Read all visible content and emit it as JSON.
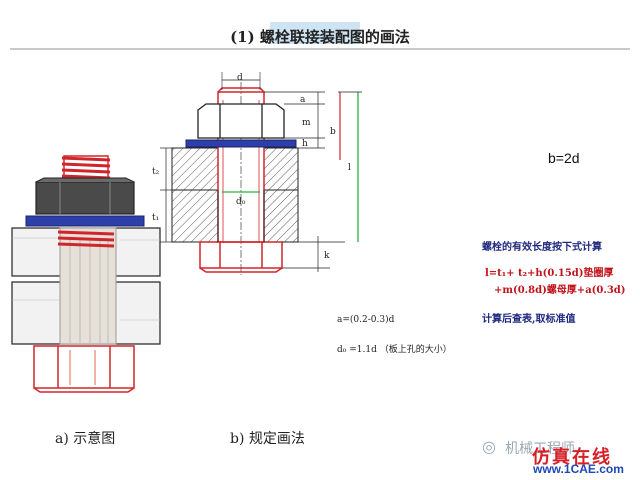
{
  "title": "(1)  螺栓联接装配图的画法",
  "dimensions": {
    "d": "d",
    "a": "a",
    "m": "m",
    "h": "h",
    "b": "b",
    "l": "l",
    "t2": "t₂",
    "t1": "t₁",
    "d0": "d₀",
    "k": "k"
  },
  "b_eq": "b=2d",
  "calc_title": "螺栓的有效长度按下式计算",
  "formula_line1": "l=t₁+ t₂+h(0.15d)垫圈厚",
  "formula_line2": "+m(0.8d)螺母厚+a(0.3d)",
  "calc_note": "计算后查表,取标准值",
  "note_a": "a=(0.2-0.3)d",
  "note_d0": "d₀ =1.1d （板上孔的大小）",
  "caption_a": "a)  示意图",
  "caption_b": "b)  规定画法",
  "watermark_faint": "机械工程师",
  "watermark_main": "仿真在线",
  "watermark_url": "www.1CAE.com",
  "colors": {
    "bolt_red": "#d0262b",
    "washer_blue": "#2d3fa8",
    "dim_green": "#27b33e",
    "plate_hatch": "#333333"
  }
}
